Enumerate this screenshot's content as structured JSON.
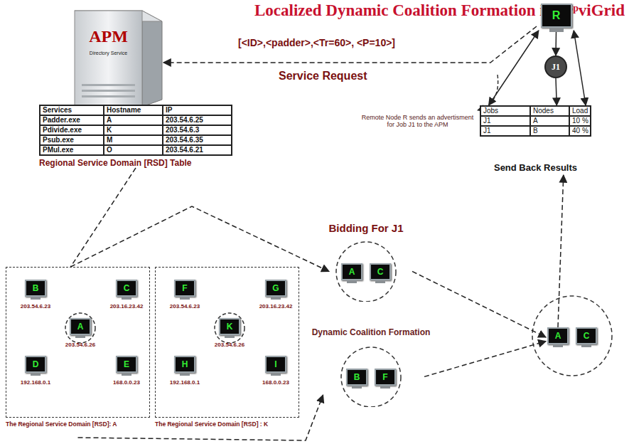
{
  "diagram": {
    "title": "Localized Dynamic Coalition Formation in A³ᵖviGrid",
    "nodes": [
      {
        "text": [
          "APM",
          "Directory Service"
        ]
      },
      {
        "text": [
          "Regional Service Domain [RSD] Table"
        ]
      },
      {
        "text": [
          "R"
        ]
      },
      {
        "text": [
          "J1"
        ]
      },
      {
        "text": [
          "Send Back Results"
        ]
      },
      {
        "text": [
          "The Regional Service Domain [RSD]: A"
        ]
      },
      {
        "text": [
          "B",
          "203.54.6.23"
        ],
        "in": 5
      },
      {
        "text": [
          "C",
          "203.16.23.42"
        ],
        "in": 5
      },
      {
        "text": [
          "A",
          "203.54.6.26"
        ],
        "in": 5
      },
      {
        "text": [
          "D",
          "192.168.0.1"
        ],
        "in": 5
      },
      {
        "text": [
          "E",
          "168.0.0.23"
        ],
        "in": 5
      },
      {
        "text": [
          "The Regional Service Domain [RSD] : K"
        ]
      },
      {
        "text": [
          "F",
          "203.54.6.23"
        ],
        "in": 11
      },
      {
        "text": [
          "G",
          "203.16.23.42"
        ],
        "in": 11
      },
      {
        "text": [
          "K",
          "203.54.6.26"
        ],
        "in": 11
      },
      {
        "text": [
          "H",
          "192.168.0.1"
        ],
        "in": 11
      },
      {
        "text": [
          "I",
          "168.0.0.23"
        ],
        "in": 11
      },
      {
        "text": [
          "Bidding For J1"
        ]
      },
      {
        "text": [
          "A"
        ],
        "in": 17
      },
      {
        "text": [
          "C"
        ],
        "in": 17
      },
      {
        "text": [
          "Dynamic Coalition Formation"
        ]
      },
      {
        "text": [
          "B"
        ],
        "in": 20
      },
      {
        "text": [
          "F"
        ],
        "in": 20
      },
      {
        "text": [
          "A"
        ]
      },
      {
        "text": [
          "C"
        ]
      }
    ],
    "edges": [
      {
        "from": 2,
        "to": 0,
        "arrow": "to",
        "label": "[<ID>,<padder>,<Tr=60>, <P=10>]"
      },
      {
        "from": 2,
        "to": 3,
        "arrow": "to"
      },
      {
        "from": 3,
        "to": 4,
        "arrow": "to"
      },
      {
        "from": 2,
        "to": 4,
        "arrow": "both"
      },
      {
        "from": 2,
        "to": 4,
        "arrow": "both"
      },
      {
        "from": 1,
        "to": 5,
        "arrow": "none"
      },
      {
        "from": 5,
        "to": 17,
        "arrow": "to"
      },
      {
        "from": 5,
        "to": 20,
        "arrow": "to"
      },
      {
        "from": 17,
        "to": 23,
        "arrow": "to"
      },
      {
        "from": 20,
        "to": 23,
        "arrow": "to"
      },
      {
        "from": 23,
        "to": 4,
        "arrow": "to"
      }
    ],
    "labels": [
      "Service Request",
      "Remote Node R sends an advertisment for Job J1 to the APM",
      "Services",
      "Hostname",
      "IP",
      "Padder.exe",
      "A",
      "203.54.6.25",
      "Pdivide.exe",
      "K",
      "203.54.6.3",
      "Psub.exe",
      "M",
      "203.54.6.35",
      "PMul.exe",
      "O",
      "203.54.6.21",
      "Jobs",
      "Nodes",
      "Load",
      "J1",
      "A",
      "10 %",
      "J1",
      "B",
      "40 %"
    ]
  }
}
